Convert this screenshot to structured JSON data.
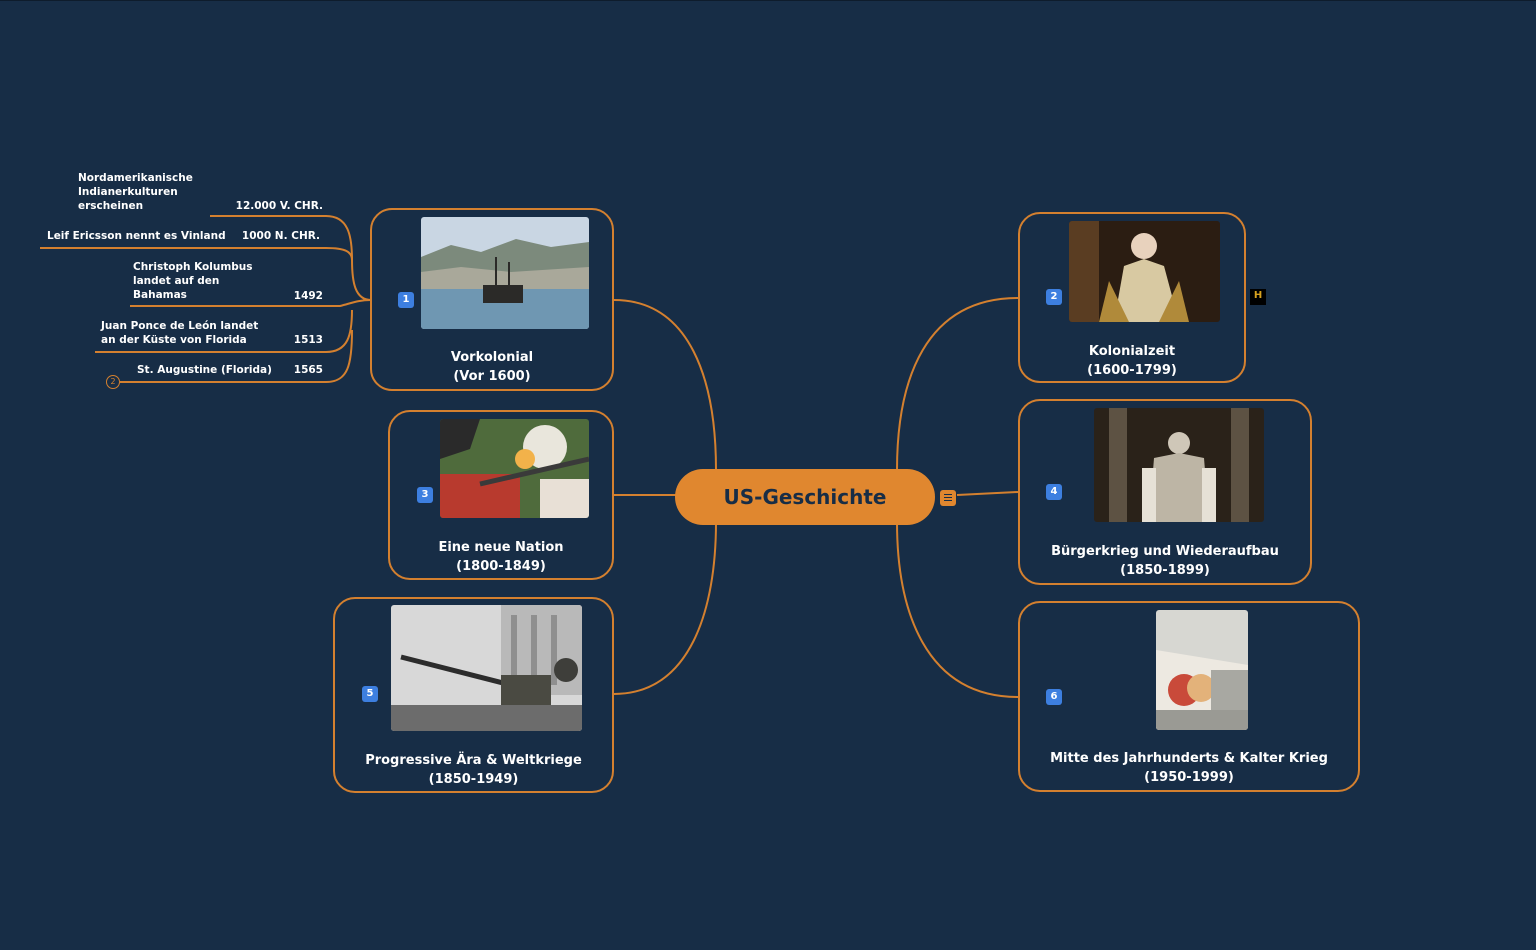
{
  "central_topic": "US-Geschichte",
  "colors": {
    "background": "#172d46",
    "accent": "#e0872f",
    "badge": "#3d7fe0"
  },
  "icons": {
    "notes": "notes-icon",
    "history_logo": "history-channel-logo"
  },
  "branches": [
    {
      "number": "1",
      "title": "Vorkolonial",
      "period": "(Vor 1600)"
    },
    {
      "number": "2",
      "title": "Kolonialzeit",
      "period": "(1600-1799)"
    },
    {
      "number": "3",
      "title": "Eine neue Nation",
      "period": "(1800-1849)"
    },
    {
      "number": "4",
      "title": "Bürgerkrieg und Wiederaufbau",
      "period": "(1850-1899)"
    },
    {
      "number": "5",
      "title": "Progressive Ära & Weltkriege",
      "period": "(1850-1949)"
    },
    {
      "number": "6",
      "title": "Mitte des Jahrhunderts & Kalter Krieg",
      "period": "(1950-1999)"
    }
  ],
  "subtopics": [
    {
      "text_lines": [
        "Nordamerikanische",
        "Indianerkulturen",
        "erscheinen"
      ],
      "year": "12.000 V. CHR."
    },
    {
      "text_lines": [
        "Leif Ericsson nennt es Vinland"
      ],
      "year": "1000 N. CHR."
    },
    {
      "text_lines": [
        "Christoph Kolumbus",
        "landet auf den",
        "Bahamas"
      ],
      "year": "1492"
    },
    {
      "text_lines": [
        "Juan Ponce de León landet",
        "an der Küste von Florida"
      ],
      "year": "1513"
    },
    {
      "text_lines": [
        "St. Augustine (Florida)"
      ],
      "year": "1565"
    }
  ],
  "collapsed_count": "2"
}
